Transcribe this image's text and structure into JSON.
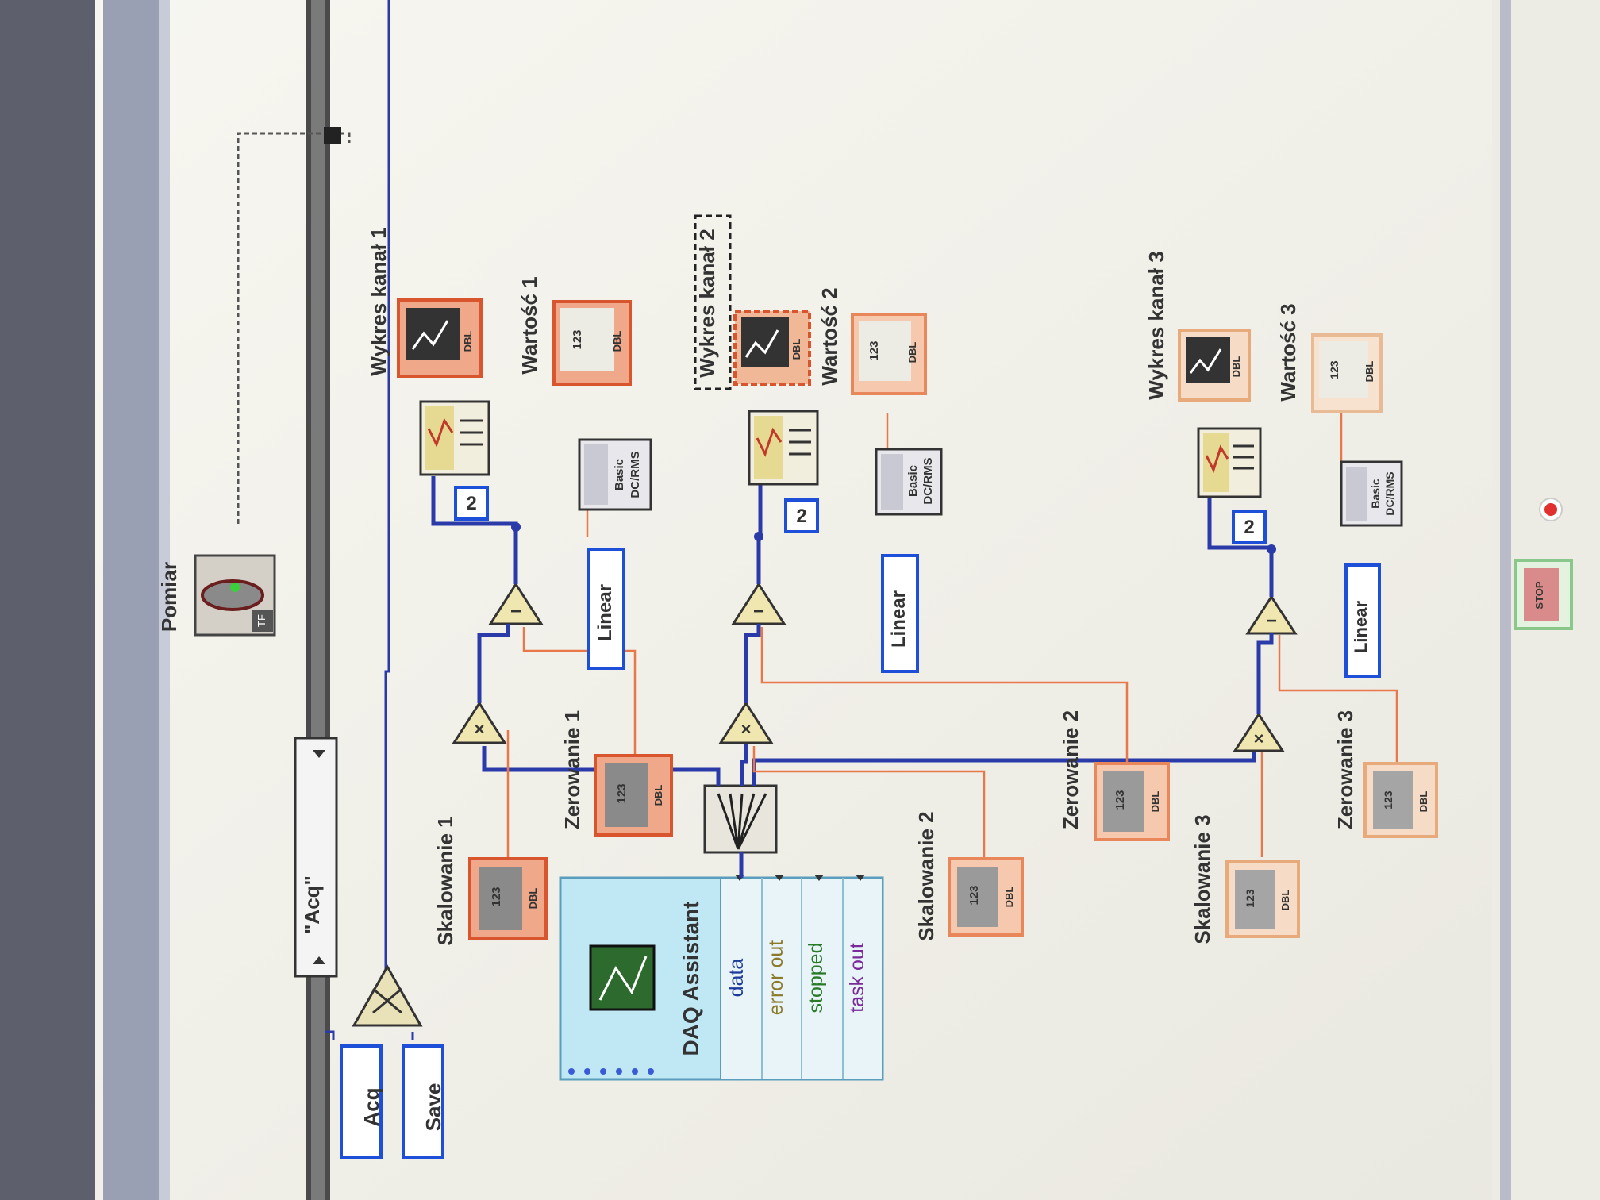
{
  "case_structure": {
    "selector_value": "\"Acq\""
  },
  "enum_constants": {
    "acq": "Acq",
    "save": "Save",
    "linear_1": "Linear",
    "linear_2": "Linear",
    "linear_3": "Linear"
  },
  "daq_assistant": {
    "title": "DAQ Assistant",
    "terminals": [
      "data",
      "error out",
      "stopped",
      "task out"
    ]
  },
  "labels": {
    "pomiar": "Pomiar",
    "wykres_1": "Wykres kanał 1",
    "wykres_2": "Wykres kanał 2",
    "wykres_3": "Wykres kanał 3",
    "wartosc_1": "Wartość 1",
    "wartosc_2": "Wartość 2",
    "wartosc_3": "Wartość 3",
    "skalowanie_1": "Skalowanie 1",
    "skalowanie_2": "Skalowanie 2",
    "skalowanie_3": "Skalowanie 3",
    "zerowanie_1": "Zerowanie 1",
    "zerowanie_2": "Zerowanie 2",
    "zerowanie_3": "Zerowanie 3"
  },
  "numeric_constants": {
    "c1": "2",
    "c2": "2",
    "c3": "2"
  },
  "terminal_text": {
    "dbl": "DBL",
    "tf": "TF",
    "num": "123",
    "basic": "Basic",
    "dcrms": "DC/RMS",
    "stop": "STOP"
  },
  "colors": {
    "wire_orange": "#e8774a",
    "wire_blue": "#2a3aa8",
    "ctrl_border": "#d8552e",
    "enum_blue": "#1d4fd8",
    "daq_bg": "#bfe8f4",
    "canvas": "#f4f3ec"
  }
}
